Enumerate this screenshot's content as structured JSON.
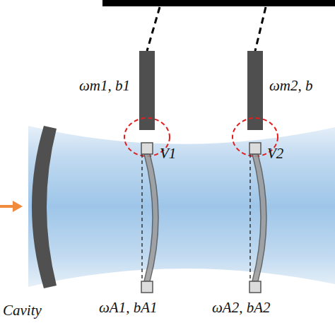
{
  "diagram": {
    "labels": [
      "ωm1, b1",
      "V1",
      "ωm2, b",
      "V2",
      "Cavity",
      "ωA1, bA1",
      "ωA2, bA2"
    ]
  }
}
